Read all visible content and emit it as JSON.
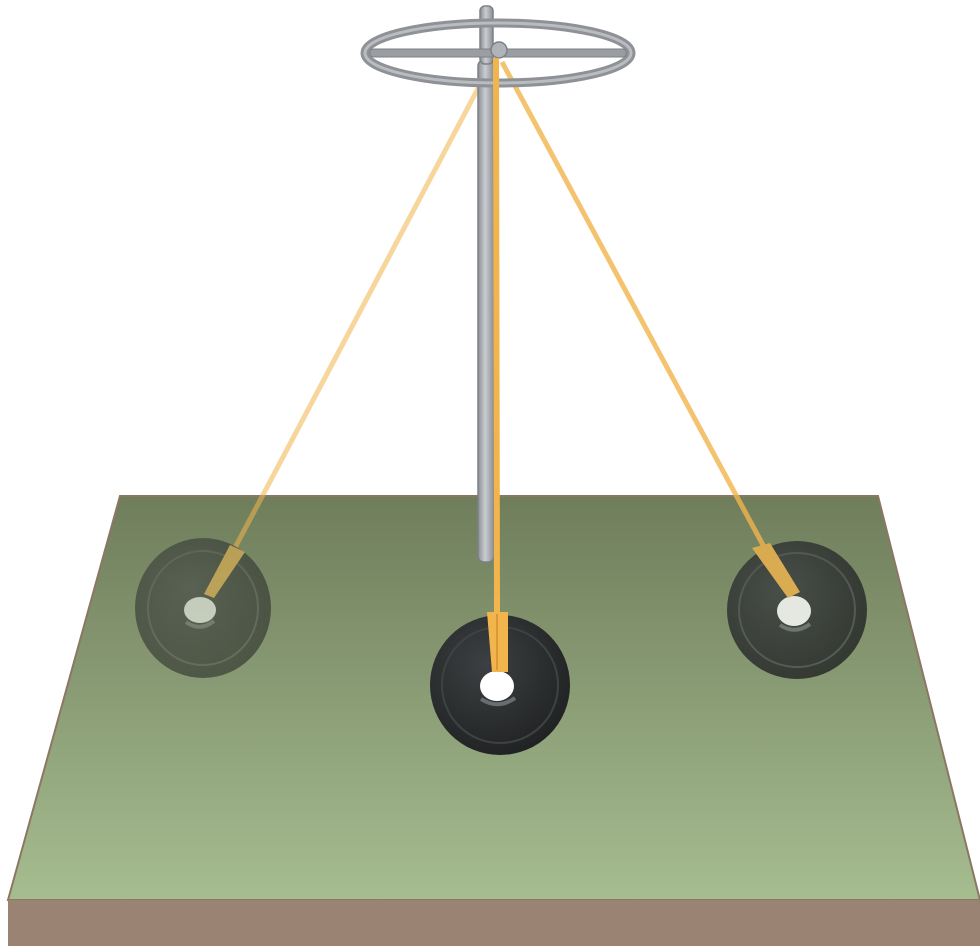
{
  "diagram": {
    "subject": "pendulum-swing-illustration",
    "colors": {
      "background": "#ffffff",
      "ground_top": "#6f7d5b",
      "ground_bottom": "#a6bd90",
      "ground_side": "#9b8373",
      "ground_edge": "#8c7664",
      "pole": "#9a9ea3",
      "pole_highlight": "#c9ccd0",
      "ring": "#8e9296",
      "string": "#f2b54d",
      "bob": "#2f3133",
      "bob_highlight": "#6a6d70"
    },
    "parts": {
      "ground": "ground-platform",
      "support": "vertical-pole",
      "ring": "rotating-ring",
      "pivot": "pivot-knob"
    },
    "pendulum_positions": [
      {
        "name": "left",
        "opacity": 0.55
      },
      {
        "name": "center",
        "opacity": 1.0
      },
      {
        "name": "right",
        "opacity": 0.8
      }
    ]
  }
}
